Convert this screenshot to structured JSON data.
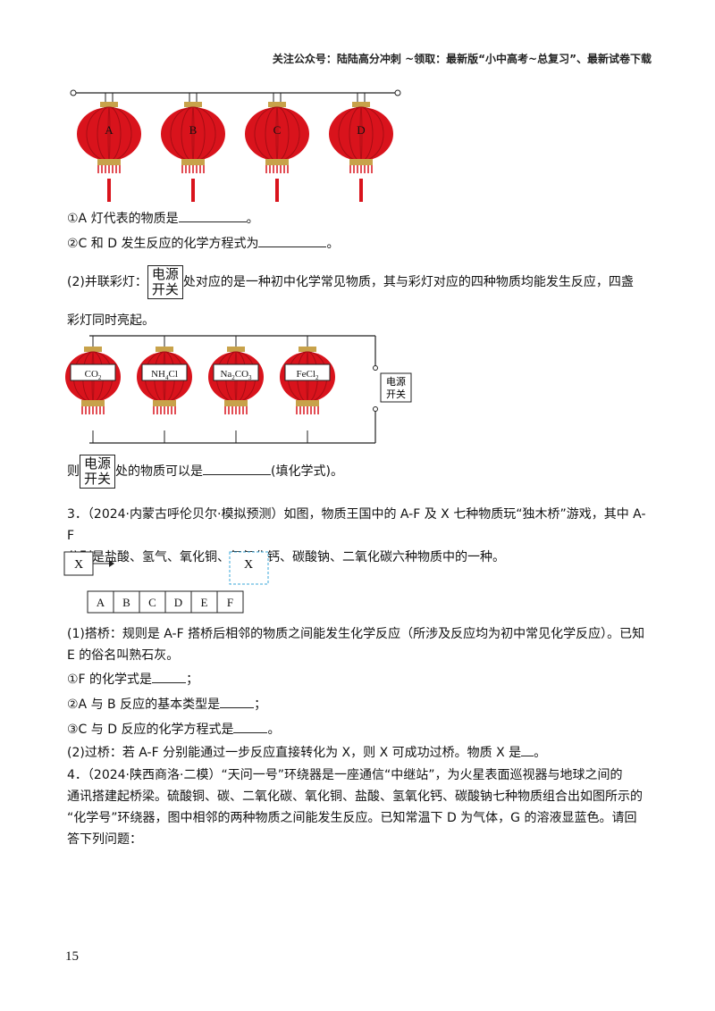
{
  "header": {
    "text": "关注公众号：陆陆高分冲刺   ~领取：最新版“小中高考~总复习”、最新试卷下载"
  },
  "series_lanterns": {
    "labels": [
      "A",
      "B",
      "C",
      "D"
    ]
  },
  "q2": {
    "item1": "①A 灯代表的物质是",
    "item1_end": "。",
    "item2": "②C 和 D 发生反应的化学方程式为",
    "item2_end": "。",
    "part2_prefix": "(2)并联彩灯：",
    "box_line1": "电源",
    "box_line2": "开关",
    "part2_text": "处对应的是一种初中化学常见物质，其与彩灯对应的四种物质均能发生反应，四盏",
    "part2_text2": "彩灯同时亮起。",
    "answer_prefix": "则",
    "answer_text": "处的物质可以是",
    "answer_end": "(填化学式)。"
  },
  "parallel_lanterns": {
    "labels": [
      {
        "main": "CO",
        "sub": "2",
        "tail": ""
      },
      {
        "main": "NH",
        "sub": "4",
        "tail": "Cl"
      },
      {
        "main": "Na",
        "sub": "2",
        "tail": "CO",
        "sub2": "3"
      },
      {
        "main": "FeCl",
        "sub": "2",
        "tail": ""
      }
    ],
    "switch_line1": "电源",
    "switch_line2": "开关"
  },
  "q3": {
    "number": "3．",
    "source": "（2024·内蒙古呼伦贝尔·模拟预测）",
    "text1": "如图，物质王国中的 A-F 及 X 七种物质玩“独木桥”游戏，其中 A-F",
    "text2": "分别是盐酸、氢气、氧化铜、氢氧化钙、碳酸钠、二氧化碳六种物质中的一种。",
    "x_label": "X",
    "x_dashed": "X",
    "bridge": [
      "A",
      "B",
      "C",
      "D",
      "E",
      "F"
    ],
    "part1_a": "(1)搭桥：规则是 A-F 搭桥后相邻的物质之间能发生化学反应（所涉及反应均为初中常见化学反应）。已知",
    "part1_b": "E 的俗名叫熟石灰。",
    "sub1": "①F 的化学式是",
    "sub1_end": "；",
    "sub2": "②A 与 B 反应的基本类型是",
    "sub2_end": "；",
    "sub3": "③C 与 D 反应的化学方程式是",
    "sub3_end": "。",
    "part2": "(2)过桥：若 A-F 分别能通过一步反应直接转化为 X，则 X 可成功过桥。物质 X 是",
    "part2_end": "。"
  },
  "q4": {
    "number": "4．",
    "source": "（2024·陕西商洛·二模）",
    "text1": "“天问一号”环绕器是一座通信“中继站”，为火星表面巡视器与地球之间的",
    "text2": "通讯搭建起桥梁。硫酸铜、碳、二氧化碳、氧化铜、盐酸、氢氧化钙、碳酸钠七种物质组合出如图所示的",
    "text3": "“化学号”环绕器，图中相邻的两种物质之间能发生反应。已知常温下 D 为气体，G 的溶液显蓝色。请回",
    "text4": "答下列问题："
  },
  "page_number": "15",
  "colors": {
    "lantern_red": "#d9131c",
    "lantern_gold": "#c8a24a",
    "dashed_box": "#3aa7d8"
  }
}
